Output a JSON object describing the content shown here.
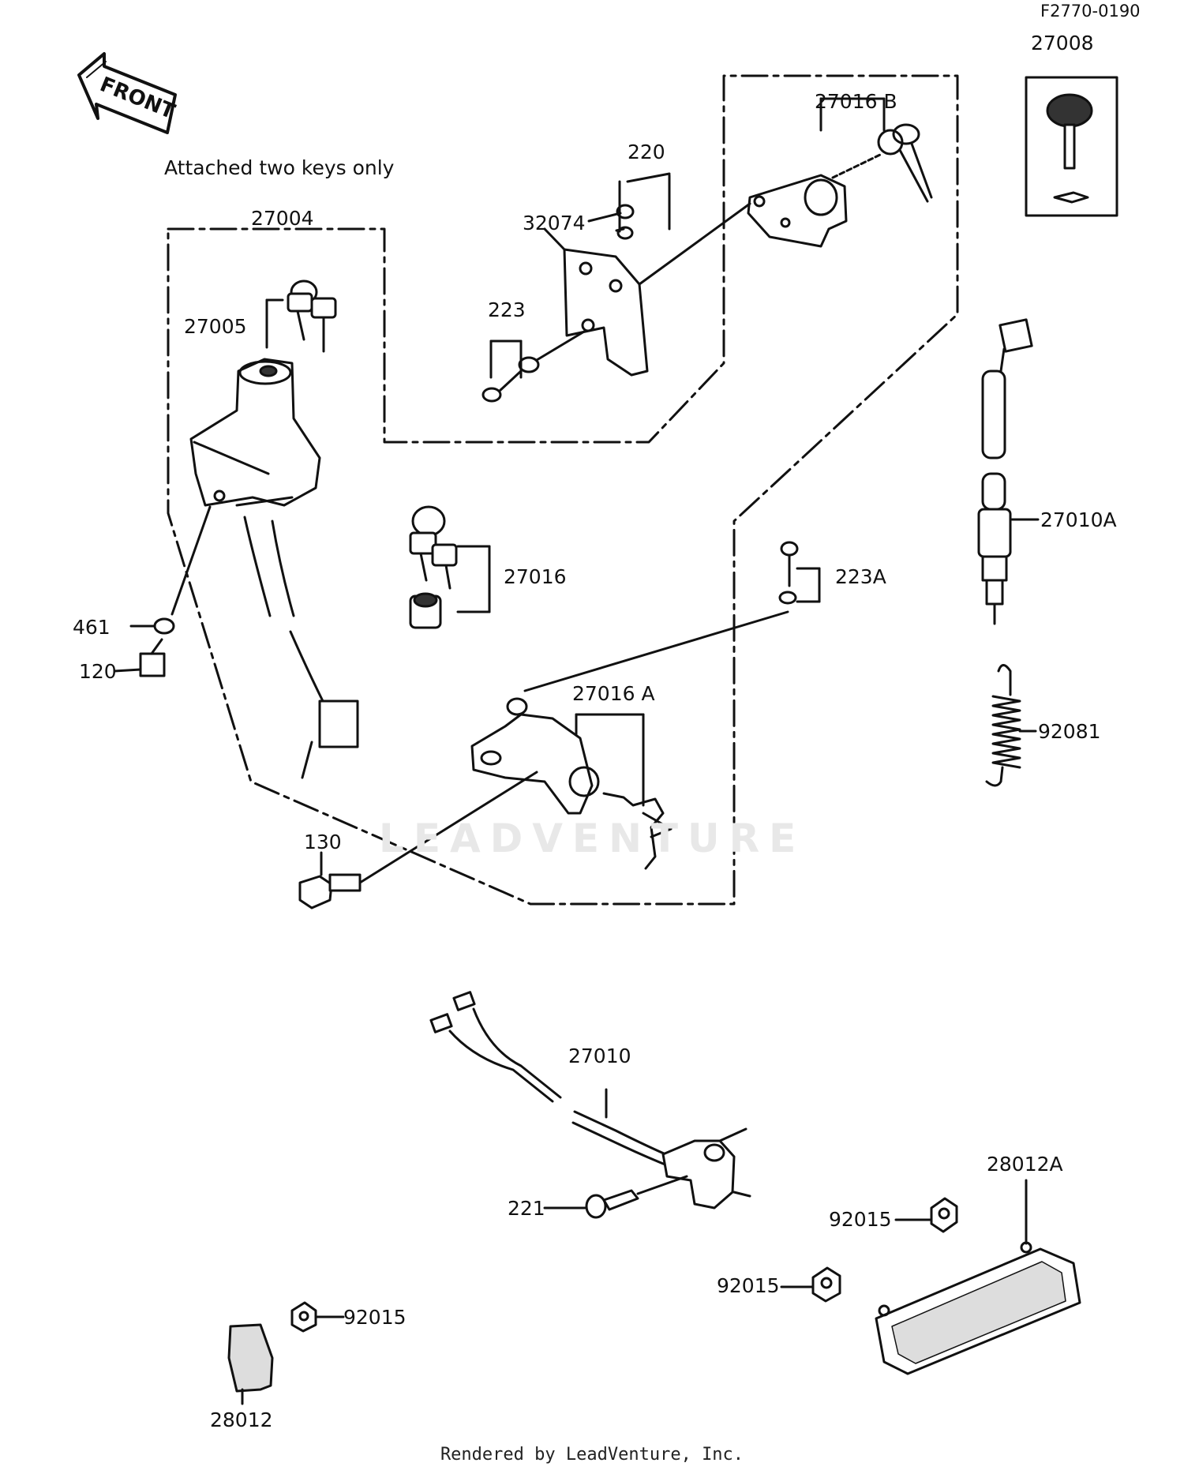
{
  "diagram_id": "F2770-0190",
  "front_label": "FRONT",
  "note": "Attached two keys only",
  "footer": "Rendered by LeadVenture, Inc.",
  "watermark": "LEADVENTURE",
  "parts": {
    "p27008": "27008",
    "p27016B": "27016 B",
    "p220": "220",
    "p32074": "32074",
    "p223": "223",
    "p27004": "27004",
    "p27005": "27005",
    "p27016": "27016",
    "p223A": "223A",
    "p27010A": "27010A",
    "p461": "461",
    "p120": "120",
    "p27016A": "27016 A",
    "p92081": "92081",
    "p130": "130",
    "p27010": "27010",
    "p221": "221",
    "p28012A": "28012A",
    "p92015a": "92015",
    "p92015b": "92015",
    "p92015c": "92015",
    "p28012": "28012"
  }
}
